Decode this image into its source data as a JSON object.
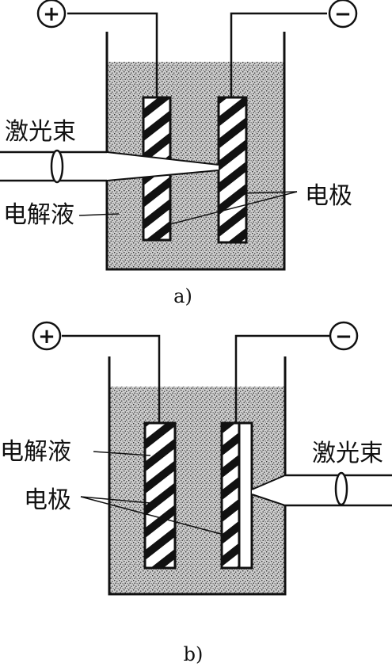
{
  "figure_a": {
    "caption": "a)",
    "positive_symbol": "+",
    "negative_symbol": "−",
    "laser_label": "激光束",
    "electrolyte_label": "电解液",
    "electrode_label": "电极"
  },
  "figure_b": {
    "caption": "b)",
    "positive_symbol": "+",
    "negative_symbol": "−",
    "laser_label": "激光束",
    "electrolyte_label": "电解液",
    "electrode_label": "电极"
  }
}
